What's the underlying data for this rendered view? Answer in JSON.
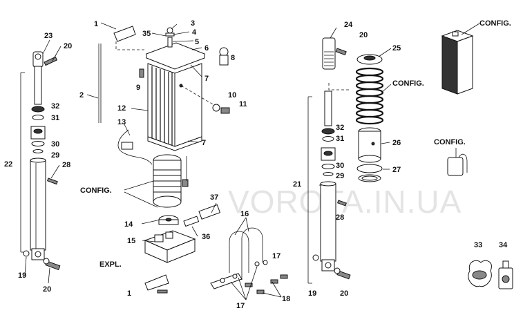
{
  "watermark": "VOROTA.IN.UA",
  "labels": {
    "l1a": "1",
    "l1b": "1",
    "l2": "2",
    "l3": "3",
    "l4": "4",
    "l5": "5",
    "l6": "6",
    "l7a": "7",
    "l7b": "7",
    "l8": "8",
    "l9": "9",
    "l10": "10",
    "l11": "11",
    "l12": "12",
    "l13": "13",
    "l14": "14",
    "l15": "15",
    "l16": "16",
    "l17a": "17",
    "l17b": "17",
    "l18": "18",
    "l19a": "19",
    "l19b": "19",
    "l20a": "20",
    "l20b": "20",
    "l20c": "20",
    "l20d": "20",
    "l21": "21",
    "l22": "22",
    "l23": "23",
    "l24": "24",
    "l25": "25",
    "l26": "26",
    "l27": "27",
    "l28a": "28",
    "l28b": "28",
    "l29a": "29",
    "l29b": "29",
    "l30a": "30",
    "l30b": "30",
    "l31a": "31",
    "l31b": "31",
    "l32a": "32",
    "l32b": "32",
    "l33": "33",
    "l34": "34",
    "l35": "35",
    "l36": "36",
    "l37": "37",
    "config1": "CONFIG.",
    "config2": "CONFIG.",
    "config3": "CONFIG.",
    "config4": "CONFIG.",
    "expl": "EXPL."
  }
}
